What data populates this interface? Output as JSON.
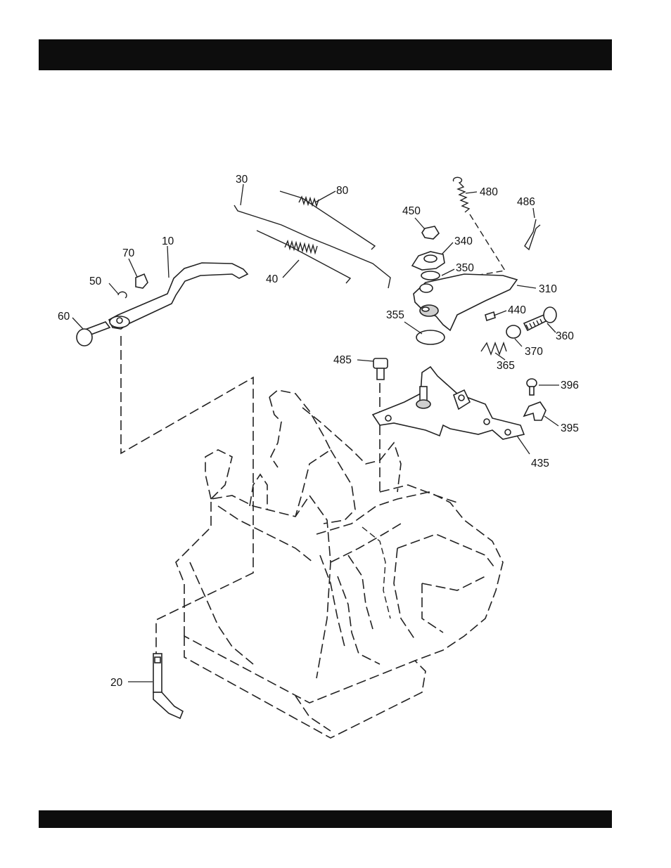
{
  "callouts": {
    "c10": "10",
    "c20": "20",
    "c30": "30",
    "c40": "40",
    "c50": "50",
    "c60": "60",
    "c70": "70",
    "c80": "80",
    "c310": "310",
    "c340": "340",
    "c350": "350",
    "c355": "355",
    "c360": "360",
    "c365": "365",
    "c370": "370",
    "c395": "395",
    "c396": "396",
    "c435": "435",
    "c440": "440",
    "c450": "450",
    "c480": "480",
    "c485": "485",
    "c486": "486"
  }
}
